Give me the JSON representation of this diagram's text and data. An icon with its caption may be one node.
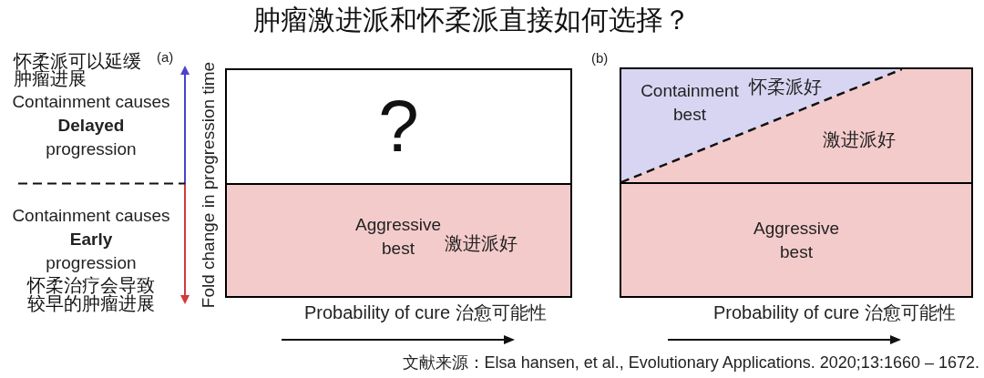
{
  "diagram": {
    "title": "肿瘤激进派和怀柔派直接如何选择？",
    "nodes": [
      {
        "text": [
          "?"
        ]
      },
      {
        "text": [
          "Aggressive best",
          "激进派好"
        ]
      },
      {
        "text": [
          "激进派好"
        ]
      },
      {
        "text": [
          "Containment best",
          "怀柔派好"
        ],
        "in": 2
      },
      {
        "text": [
          "Aggressive best"
        ]
      }
    ],
    "labels": [
      "(a)",
      "(b)",
      "怀柔派可以延缓肿瘤进展",
      "Containment causes **Delayed** progression",
      "Fold change in progression time",
      "Containment causes **Early** progression",
      "怀柔治疗会导致较早的肿瘤进展",
      "Probability of cure 治愈可能性",
      "Probability of cure 治愈可能性"
    ],
    "caption": "文献来源：Elsa hansen, et al., Evolutionary Applications. 2020;13:1660 – 1672."
  }
}
